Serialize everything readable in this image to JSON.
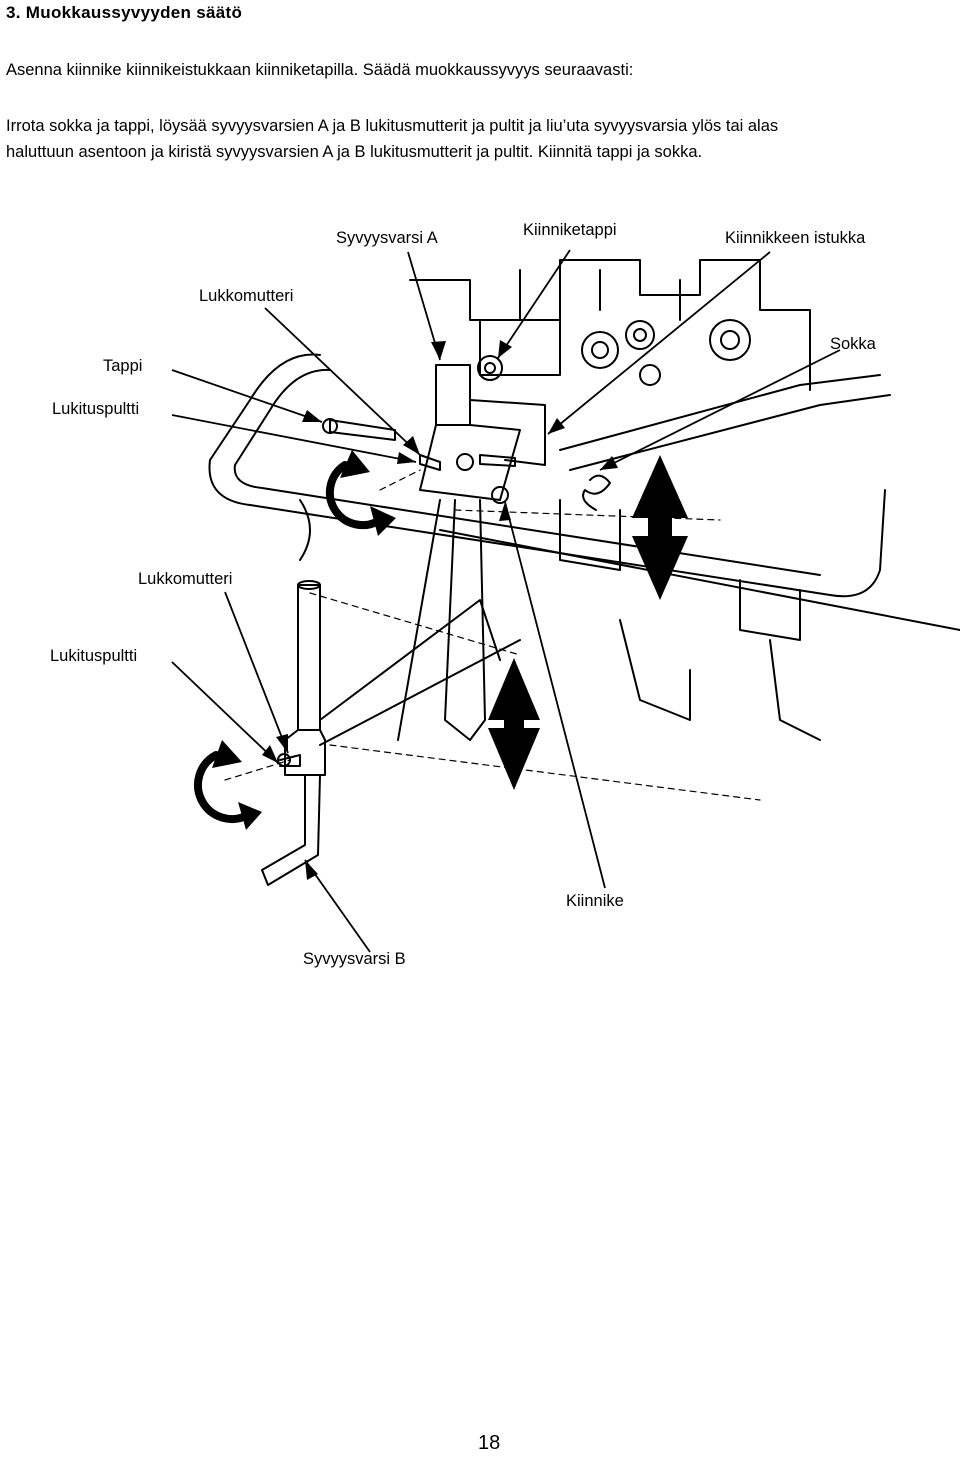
{
  "section": {
    "heading": "3. Muokkaussyvyyden säätö",
    "intro": "Asenna kiinnike kiinnikeistukkaan kiinniketapilla. Säädä muokkaussyvyys seuraavasti:",
    "instruction_line1": "Irrota sokka ja tappi, löysää syvyysvarsien A ja B lukitusmutterit ja pultit ja liu’uta syvyysvarsia ylös tai alas",
    "instruction_line2": "haluttuun asentoon ja kiristä syvyysvarsien A ja B lukitusmutterit ja pultit. Kiinnitä tappi ja sokka."
  },
  "figure": {
    "labels": {
      "depth_arm_a": "Syvyysvarsi A",
      "hitch_pin": "Kiinniketappi",
      "hitch_socket": "Kiinnikkeen istukka",
      "lock_nut_top": "Lukkomutteri",
      "pin": "Tappi",
      "cotter_pin": "Sokka",
      "lock_bolt_top": "Lukituspultti",
      "lock_nut_bottom": "Lukkomutteri",
      "lock_bolt_bottom": "Lukituspultti",
      "hitch": "Kiinnike",
      "depth_arm_b": "Syvyysvarsi B"
    }
  },
  "page_number": "18"
}
